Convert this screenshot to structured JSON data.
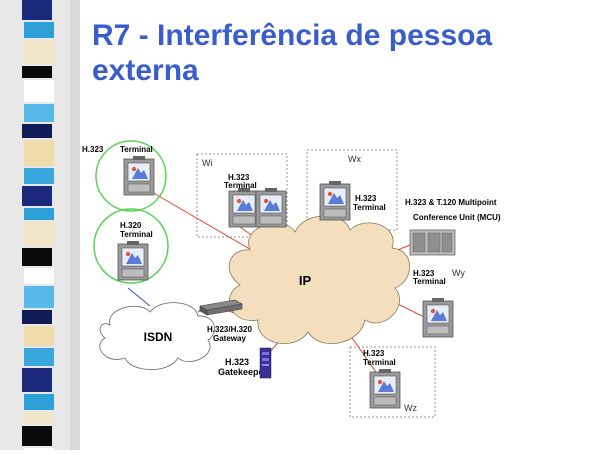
{
  "slide": {
    "title_line1": "R7 - Interferência de pessoa",
    "title_line2": "externa"
  },
  "colors": {
    "title": "#3a5dcc",
    "cloud": "#f3dfbd",
    "circle": "#5bd35b",
    "link_red": "#e0492c",
    "link_blue": "#3b52b5"
  },
  "diagram": {
    "left_terminal_top": {
      "protocol": "H.323",
      "name": "Terminal"
    },
    "left_terminal_mid": {
      "protocol": "H.320",
      "name": "Terminal"
    },
    "zones": {
      "wi": "Wi",
      "wx": "Wx",
      "wy": "Wy",
      "wz": "Wz"
    },
    "wi_terminal": {
      "protocol": "H.323",
      "name": "Terminal"
    },
    "wx_terminal": {
      "protocol": "H.323",
      "name": "Terminal"
    },
    "mcu": {
      "line1": "H.323 & T.120  Multipoint",
      "line2": "Conference Unit (MCU)"
    },
    "wy_terminal": {
      "protocol": "H.323",
      "name": "Terminal"
    },
    "wz_terminal": {
      "protocol": "H.323",
      "name": "Terminal"
    },
    "ip_cloud": "IP",
    "isdn_cloud": "ISDN",
    "gateway": {
      "line1": "H.323/H.320",
      "line2": "Gateway"
    },
    "gatekeeper": {
      "line1": "H.323",
      "line2": "Gatekeeper"
    }
  },
  "icons": [
    "terminal-pc-icon",
    "mcu-rack-icon",
    "gateway-router-icon",
    "gatekeeper-tower-icon"
  ]
}
